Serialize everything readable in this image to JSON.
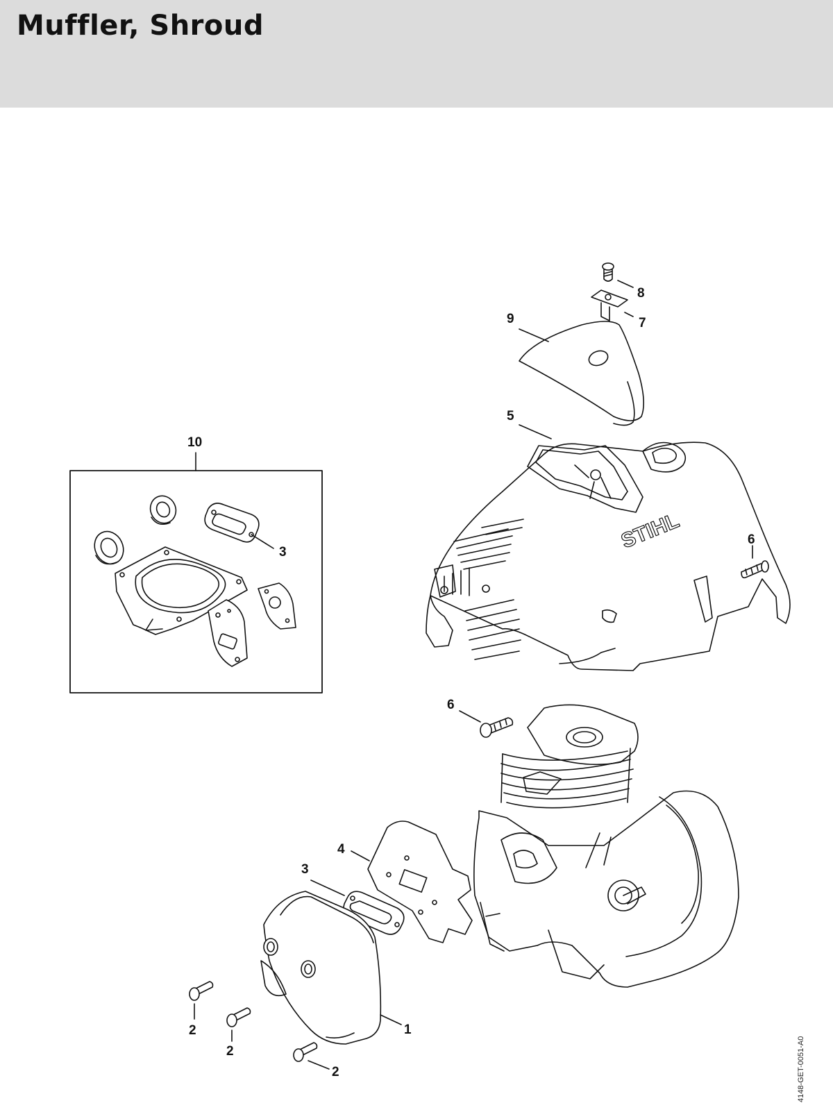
{
  "page_title": "Muffler, Shroud",
  "document_id": "4148-GET-0051-A0",
  "brand_text": "STIHL",
  "callouts": {
    "c1": "1",
    "c2a": "2",
    "c2b": "2",
    "c2c": "2",
    "c3a": "3",
    "c3b": "3",
    "c4": "4",
    "c5": "5",
    "c6a": "6",
    "c6b": "6",
    "c7": "7",
    "c8": "8",
    "c9": "9",
    "c10": "10"
  }
}
